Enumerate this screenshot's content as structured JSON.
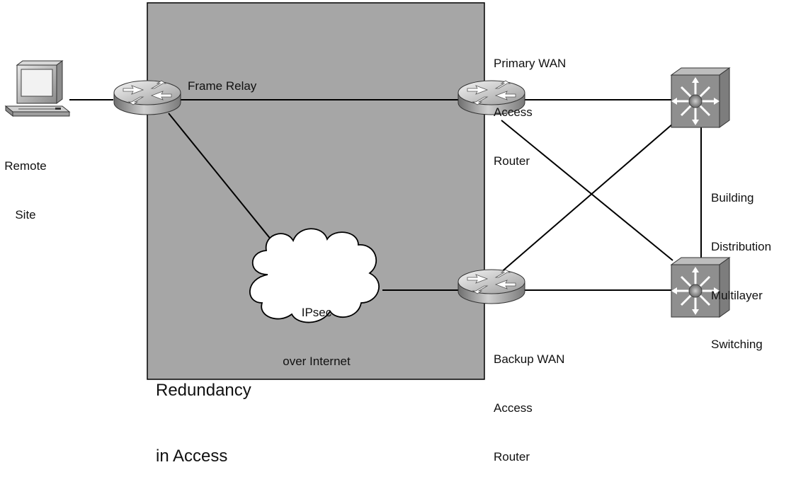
{
  "region": {
    "label_line1": "Redundancy",
    "label_line2": "in Access",
    "fill": "#a6a6a6"
  },
  "nodes": {
    "remote_site": {
      "label_line1": "Remote",
      "label_line2": "Site",
      "icon": "pc-icon"
    },
    "edge_router": {
      "icon": "router-icon"
    },
    "cloud": {
      "label_line1": "IPsec",
      "label_line2": "over Internet",
      "icon": "cloud-icon"
    },
    "primary_router": {
      "label_line1": "Primary WAN",
      "label_line2": "Access",
      "label_line3": "Router",
      "icon": "router-icon"
    },
    "backup_router": {
      "label_line1": "Backup WAN",
      "label_line2": "Access",
      "label_line3": "Router",
      "icon": "router-icon"
    },
    "switch_top": {
      "icon": "multilayer-switch-icon"
    },
    "switch_bottom": {
      "icon": "multilayer-switch-icon"
    },
    "switch_group": {
      "label_line1": "Building",
      "label_line2": "Distribution",
      "label_line3": "Multilayer",
      "label_line4": "Switching"
    }
  },
  "links": {
    "frame_relay": {
      "label": "Frame Relay"
    }
  }
}
